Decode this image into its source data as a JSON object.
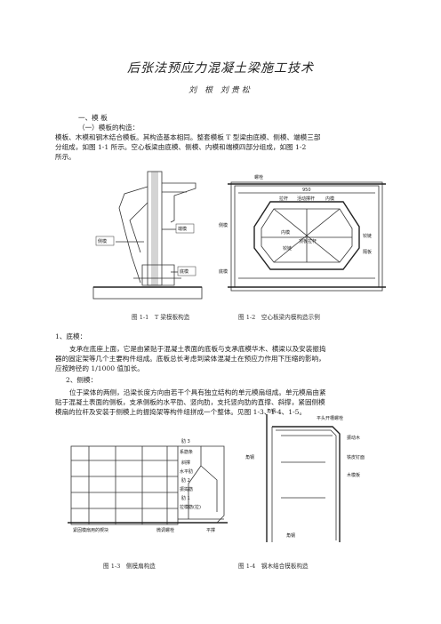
{
  "title": "后张法预应力混凝土梁施工技术",
  "authors": "刘 根 刘贵松",
  "sections": {
    "h1": "一、模 板",
    "h1_sub": "（一）模板的构造：",
    "p1_l1": "模板、木模和钢木结合模板。其构造基本相同。整套模板 T 型梁由底模、侧模、端模三部",
    "p1_l2": "分组成，如图 1-1 所示。空心板梁由底模、侧模、内模和端模四部分组成，如图 1-2",
    "p1_l3": "所示。",
    "h2": "1、底模：",
    "p2_l1": "支承在底座上面，它是由紧贴于混凝土表面的底板与支承底模华木、横梁以及安装振捣",
    "p2_l2": "器的固定架等几个主要构件组成。底板总长考虑到梁体混凝土在预应力作用下压缩的影响，",
    "p2_l3": "应按跨径的 1/1000 值加长。",
    "h3": "2、侧模：",
    "p3_l1": "位于梁体的两侧，沿梁长度方向由若干个具有独立结构的单元模扇组成。单元模扇由紧",
    "p3_l2": "贴于混凝土表面的侧板，支承侧板的水平肋、竖向肋，支托竖向肋的直撑、斜撑，紧固侧模",
    "p3_l3": "模扇的拉杆及安装于侧模上的振捣架等构件组拼成一个整体。见图 1-3、1-4、1-5。"
  },
  "figures": {
    "fig1_caption": "图 1-1　T 梁模板构造",
    "fig2_caption": "图 1-2　空心板梁内模构造示例",
    "fig3_caption": "图 1-3　侧模扇构造",
    "fig4_caption": "图 1-4　钢木结合模板构造",
    "fig1_labels": {
      "side": "侧模",
      "end": "端模",
      "bottom": "底模"
    },
    "fig2_labels": {
      "bolt": "螺栓",
      "dim": "950",
      "pull": "拉杆",
      "active": "活动撑杆",
      "inner": "内模",
      "side": "侧模",
      "inner_tie": "内模",
      "crown": "顶板拉杆",
      "hinge": "铰链",
      "hinge_r": "铰链",
      "sep": "隔板",
      "bottom": "底模"
    },
    "fig3_labels": {
      "rib3": "肋 3",
      "sys": "系筋条",
      "diag": "斜撑",
      "hrib": "水平肋",
      "rib2": "肋 2",
      "vibr": "振捣筋",
      "rib1": "肋 1",
      "tie": "拉模筋(拉)",
      "adj": "微调螺栓",
      "flat": "平撑",
      "stop": "紧固模扇用的楔块"
    },
    "fig4_labels": {
      "angle": "角钢",
      "screw": "平头开槽螺栓",
      "angle2": "角钢",
      "vibr": "振动木",
      "nail": "铁皮钉面",
      "wood": "木模板",
      "rib": "角钢"
    }
  }
}
